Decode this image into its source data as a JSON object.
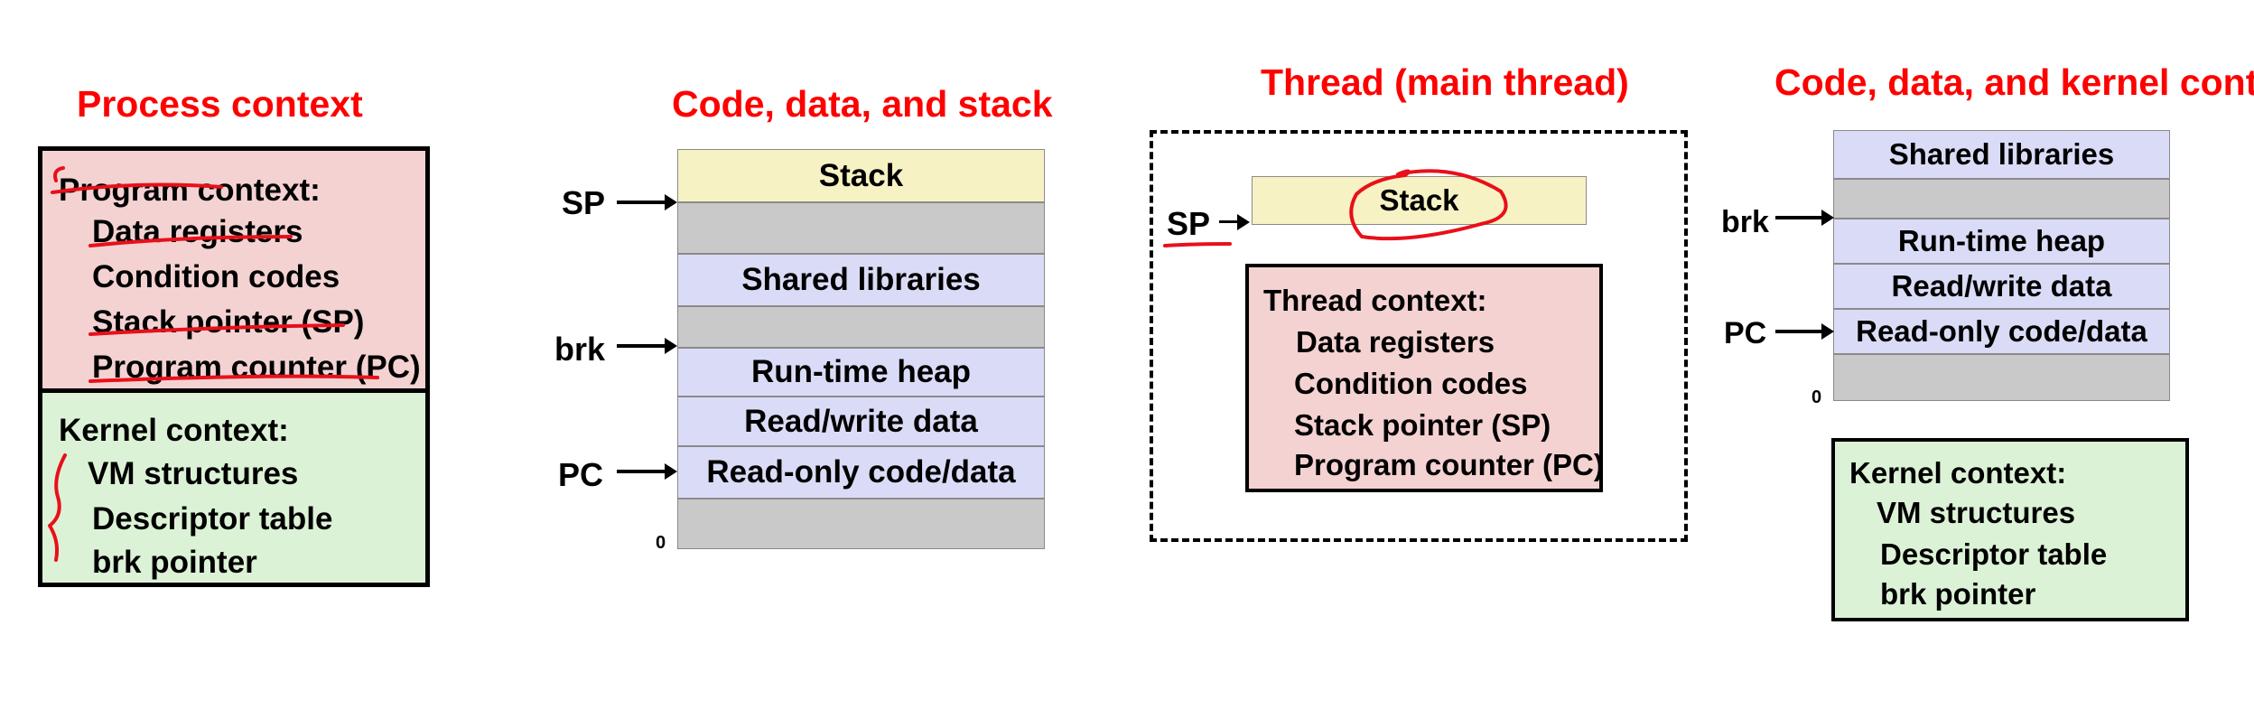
{
  "process_context": {
    "title": "Process context",
    "program_context": {
      "heading": "Program context:",
      "items": [
        "Data registers",
        "Condition codes",
        "Stack pointer (SP)",
        "Program counter (PC)"
      ]
    },
    "kernel_context": {
      "heading": "Kernel context:",
      "items": [
        "VM structures",
        "Descriptor table",
        "brk pointer"
      ]
    }
  },
  "code_data_stack": {
    "title": "Code, data, and stack",
    "segments": [
      "Stack",
      "",
      "Shared libraries",
      "",
      "Run-time heap",
      "Read/write data",
      "Read-only code/data",
      ""
    ],
    "pointers": {
      "sp": "SP",
      "brk": "brk",
      "pc": "PC",
      "zero": "0"
    }
  },
  "thread": {
    "title": "Thread (main thread)",
    "stack_label": "Stack",
    "sp_label": "SP",
    "thread_context": {
      "heading": "Thread context:",
      "items": [
        "Data registers",
        "Condition codes",
        "Stack pointer (SP)",
        "Program counter (PC)"
      ]
    }
  },
  "code_data_kernel": {
    "title": "Code, data, and kernel context",
    "segments": [
      "Shared libraries",
      "",
      "Run-time heap",
      "Read/write data",
      "Read-only code/data",
      ""
    ],
    "pointers": {
      "brk": "brk",
      "pc": "PC",
      "zero": "0"
    },
    "kernel_context": {
      "heading": "Kernel context:",
      "items": [
        "VM structures",
        "Descriptor table",
        "brk pointer"
      ]
    }
  },
  "colors": {
    "title_red": "#ff0000",
    "annotation_red": "#e8101a",
    "pink": "#f4d2d2",
    "green": "#dcf2d6",
    "lavender": "#dadcf7",
    "yellow": "#f7f2c4",
    "gray": "#c9c9c9"
  }
}
